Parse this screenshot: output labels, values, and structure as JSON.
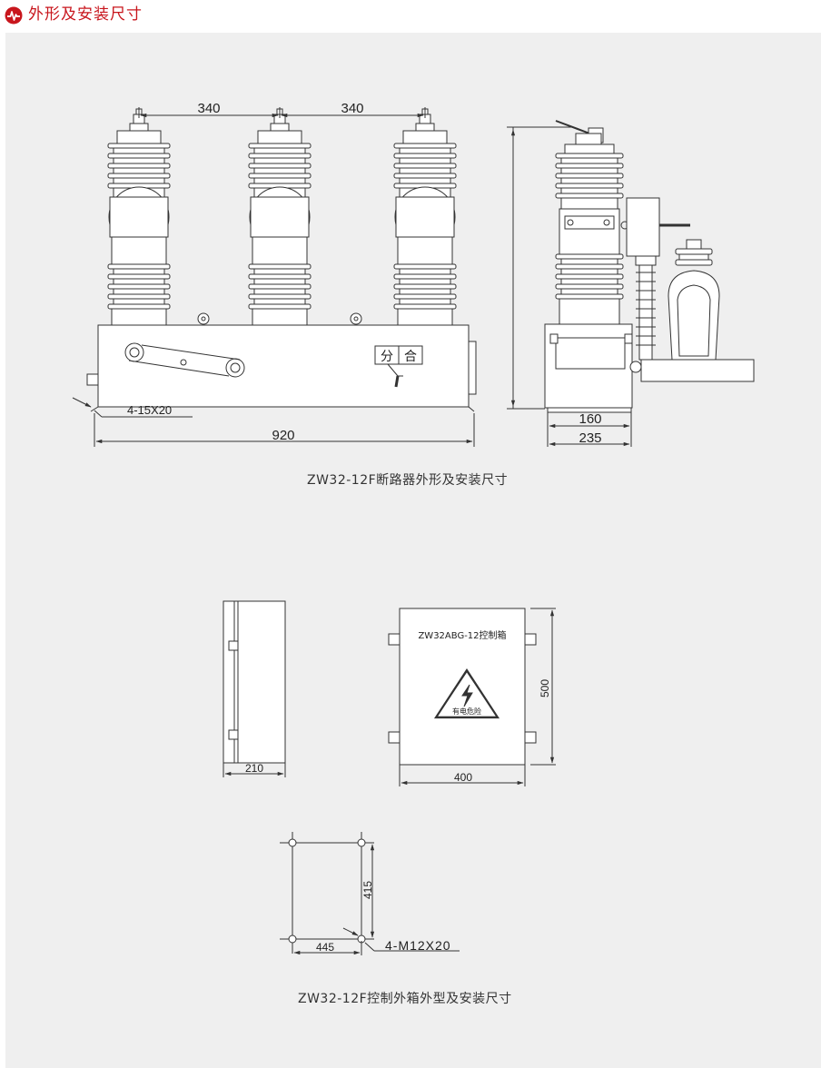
{
  "header": {
    "title": "外形及安装尺寸",
    "accent": "#c8161d",
    "logo_icon": "pulse-badge-icon"
  },
  "breaker": {
    "dim_spacing_left": "340",
    "dim_spacing_right": "340",
    "dim_width": "920",
    "dim_holes": "4-15X20",
    "switch_open": "分",
    "switch_close": "合",
    "side_dim_inner": "160",
    "side_dim_outer": "235",
    "caption": "ZW32-12F断路器外形及安装尺寸"
  },
  "control_box": {
    "side_dim_width": "210",
    "front_title": "ZW32ABG-12控制箱",
    "warning_text": "有电危险",
    "front_dim_width": "400",
    "front_dim_height": "500",
    "mount_dim_width": "445",
    "mount_dim_height": "415",
    "mount_holes": "4-M12X20",
    "caption": "ZW32-12F控制外箱外型及安装尺寸"
  }
}
